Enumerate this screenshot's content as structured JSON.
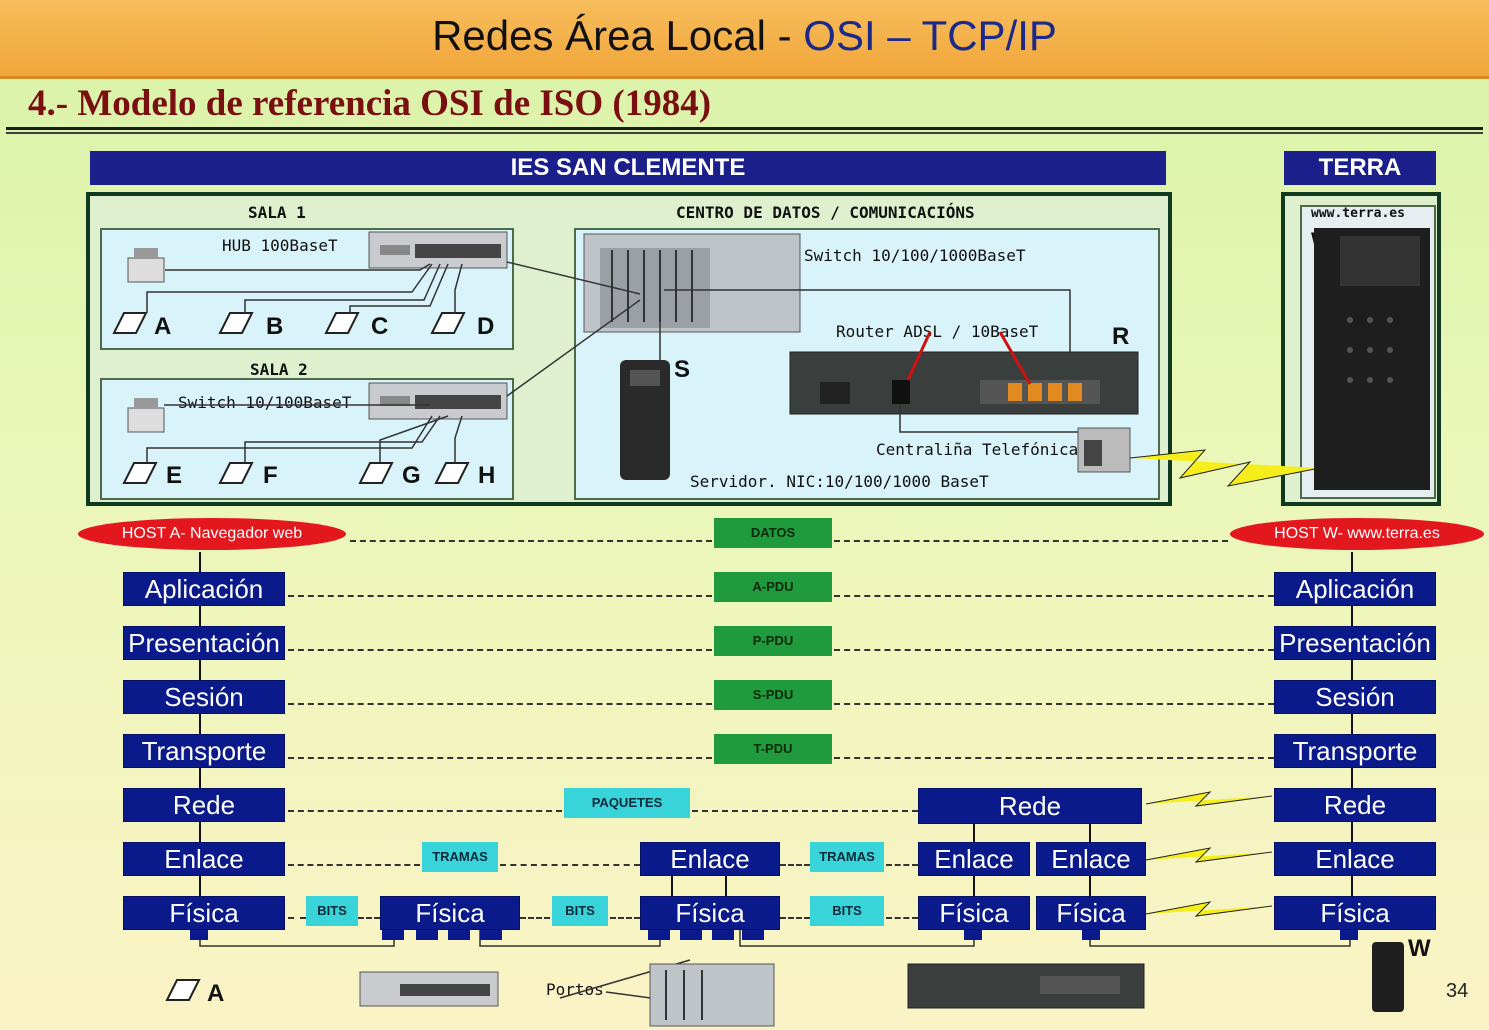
{
  "title": {
    "left": "Redes Área Local - ",
    "right": "OSI – TCP/IP"
  },
  "subtitle": "4.- Modelo de referencia OSI de ISO (1984)",
  "sections": {
    "ies": "IES SAN CLEMENTE",
    "terra": "TERRA"
  },
  "labels": {
    "sala1": "SALA 1",
    "sala2": "SALA 2",
    "centro": "CENTRO DE DATOS / COMUNICACIÓNS",
    "hub": "HUB 100BaseT",
    "switch2": "Switch 10/100BaseT",
    "switch_main": "Switch 10/100/1000BaseT",
    "router": "Router ADSL / 10BaseT",
    "centralita": "Centraliña Telefónica",
    "servidor": "Servidor. NIC:10/100/1000 BaseT",
    "www": "www.terra.es",
    "portos": "Portos"
  },
  "letters": {
    "A": "A",
    "B": "B",
    "C": "C",
    "D": "D",
    "E": "E",
    "F": "F",
    "G": "G",
    "H": "H",
    "R": "R",
    "S": "S",
    "W": "W"
  },
  "hosts": {
    "a": "HOST A- Navegador web",
    "w": "HOST W- www.terra.es"
  },
  "layers": {
    "app": "Aplicación",
    "pres": "Presentación",
    "ses": "Sesión",
    "trans": "Transporte",
    "rede": "Rede",
    "enlace": "Enlace",
    "fisica": "Física"
  },
  "pdus": {
    "datos": "DATOS",
    "a": "A-PDU",
    "p": "P-PDU",
    "s": "S-PDU",
    "t": "T-PDU",
    "paquetes": "PAQUETES",
    "tramas": "TRAMAS",
    "bits": "BITS"
  },
  "page_number": "34"
}
